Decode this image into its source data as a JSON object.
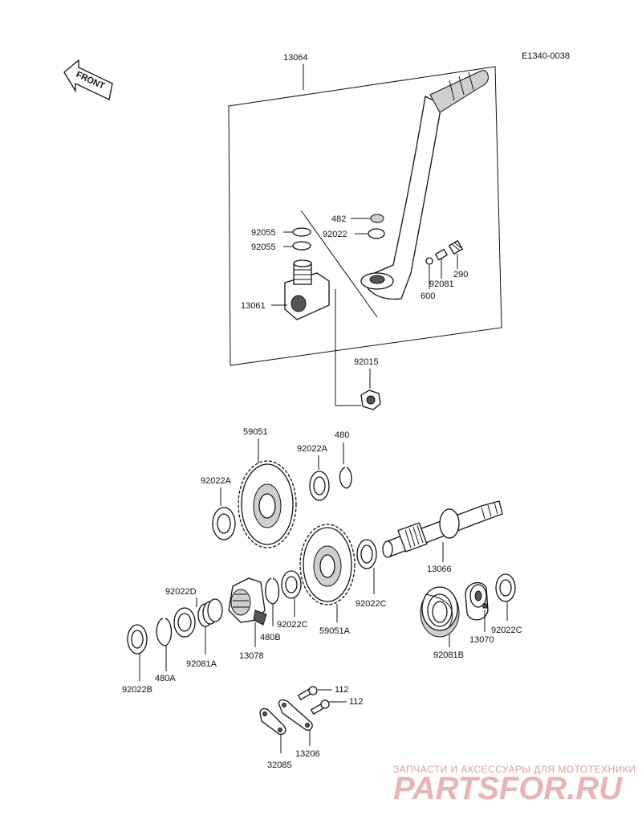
{
  "diagram": {
    "code": "E1340-0038",
    "front_label": "FRONT",
    "parts": [
      {
        "id": "13064"
      },
      {
        "id": "482"
      },
      {
        "id": "92022"
      },
      {
        "id": "92055"
      },
      {
        "id": "92055"
      },
      {
        "id": "13061"
      },
      {
        "id": "290"
      },
      {
        "id": "92081"
      },
      {
        "id": "600"
      },
      {
        "id": "92015"
      },
      {
        "id": "59051"
      },
      {
        "id": "92022A"
      },
      {
        "id": "480"
      },
      {
        "id": "92022A"
      },
      {
        "id": "13066"
      },
      {
        "id": "92022D"
      },
      {
        "id": "92022C"
      },
      {
        "id": "480B"
      },
      {
        "id": "59051A"
      },
      {
        "id": "92022C"
      },
      {
        "id": "13078"
      },
      {
        "id": "92081A"
      },
      {
        "id": "480A"
      },
      {
        "id": "92022B"
      },
      {
        "id": "92081B"
      },
      {
        "id": "13070"
      },
      {
        "id": "92022C"
      },
      {
        "id": "112"
      },
      {
        "id": "112"
      },
      {
        "id": "13206"
      },
      {
        "id": "32085"
      }
    ]
  },
  "watermark": {
    "subtitle": "ЗАПЧАСТИ И АКСЕССУАРЫ ДЛЯ МОТОТЕХНИКИ",
    "brand": "PARTSFOR.RU"
  }
}
